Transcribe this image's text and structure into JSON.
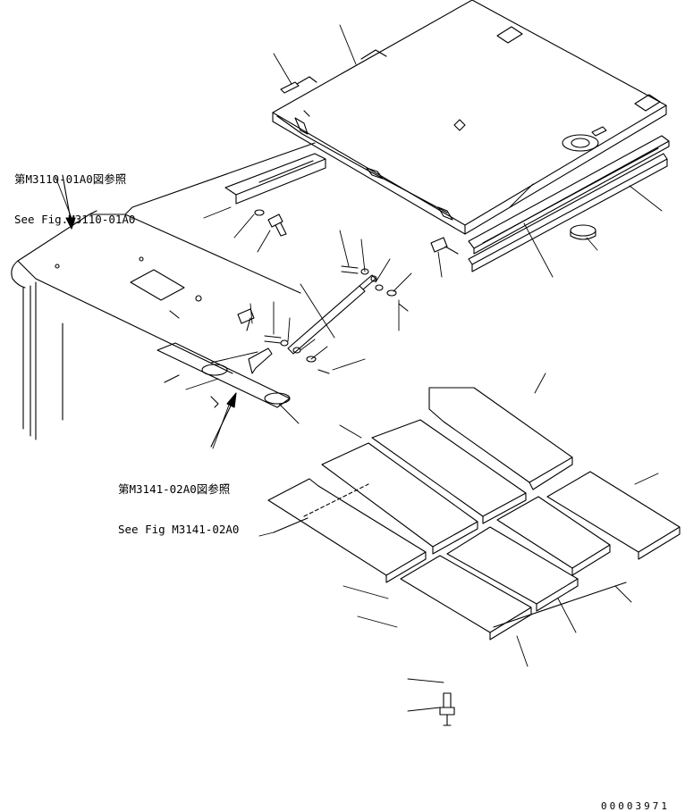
{
  "references": [
    {
      "jp": "第M3110-01A0図参照",
      "en": "See Fig.M3110-01A0"
    },
    {
      "jp": "第M3141-02A0図参照",
      "en": "See Fig M3141-02A0"
    }
  ],
  "drawing_code": "00003971"
}
